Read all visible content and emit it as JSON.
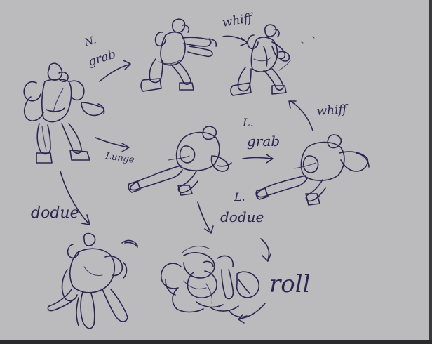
{
  "labels": {
    "n_grab": [
      "N.",
      "grab"
    ],
    "whiff_top": "whiff",
    "whiff_right": "whiff",
    "lunge": "Lunge",
    "l_grab": [
      "L.",
      "grab"
    ],
    "dodge_left": "dodue",
    "l_dodge": [
      "L.",
      "dodue"
    ],
    "roll": "roll"
  },
  "colors": {
    "paper": "#bbbbbd",
    "ink": "#2d2551",
    "frame": "#2b2b2b"
  }
}
